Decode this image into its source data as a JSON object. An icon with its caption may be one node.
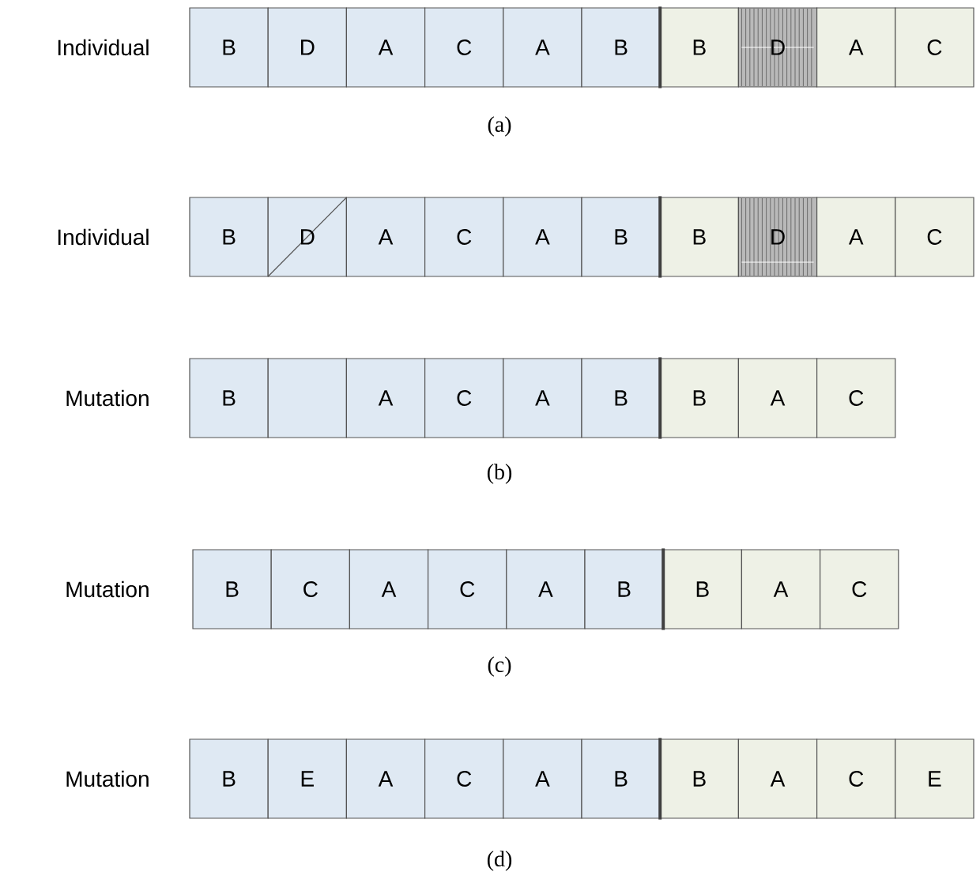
{
  "diagram": {
    "nodes": [
      {
        "text": [
          "B"
        ]
      },
      {
        "text": [
          "D"
        ]
      },
      {
        "text": [
          "A"
        ]
      },
      {
        "text": [
          "C"
        ]
      },
      {
        "text": [
          "A"
        ]
      },
      {
        "text": [
          "B"
        ]
      },
      {
        "text": [
          "B"
        ]
      },
      {
        "text": [
          "D"
        ]
      },
      {
        "text": [
          "A"
        ]
      },
      {
        "text": [
          "C"
        ]
      },
      {
        "text": [
          "B"
        ]
      },
      {
        "text": [
          "D"
        ]
      },
      {
        "text": [
          "A"
        ]
      },
      {
        "text": [
          "C"
        ]
      },
      {
        "text": [
          "A"
        ]
      },
      {
        "text": [
          "B"
        ]
      },
      {
        "text": [
          "B"
        ]
      },
      {
        "text": [
          "D"
        ]
      },
      {
        "text": [
          "A"
        ]
      },
      {
        "text": [
          "C"
        ]
      },
      {
        "text": [
          "B"
        ]
      },
      {
        "text": [],
        "shape": "box"
      },
      {
        "text": [
          "A"
        ]
      },
      {
        "text": [
          "C"
        ]
      },
      {
        "text": [
          "A"
        ]
      },
      {
        "text": [
          "B"
        ]
      },
      {
        "text": [
          "B"
        ]
      },
      {
        "text": [
          "A"
        ]
      },
      {
        "text": [
          "C"
        ]
      },
      {
        "text": [
          "B"
        ]
      },
      {
        "text": [
          "C"
        ]
      },
      {
        "text": [
          "A"
        ]
      },
      {
        "text": [
          "C"
        ]
      },
      {
        "text": [
          "A"
        ]
      },
      {
        "text": [
          "B"
        ]
      },
      {
        "text": [
          "B"
        ]
      },
      {
        "text": [
          "A"
        ]
      },
      {
        "text": [
          "C"
        ]
      },
      {
        "text": [
          "B"
        ]
      },
      {
        "text": [
          "E"
        ]
      },
      {
        "text": [
          "A"
        ]
      },
      {
        "text": [
          "C"
        ]
      },
      {
        "text": [
          "A"
        ]
      },
      {
        "text": [
          "B"
        ]
      },
      {
        "text": [
          "B"
        ]
      },
      {
        "text": [
          "A"
        ]
      },
      {
        "text": [
          "C"
        ]
      },
      {
        "text": [
          "E"
        ]
      }
    ],
    "labels": [
      "Individual",
      "(a)",
      "Individual",
      "Mutation",
      "(b)",
      "Mutation",
      "(c)",
      "Mutation",
      "(d)"
    ]
  }
}
